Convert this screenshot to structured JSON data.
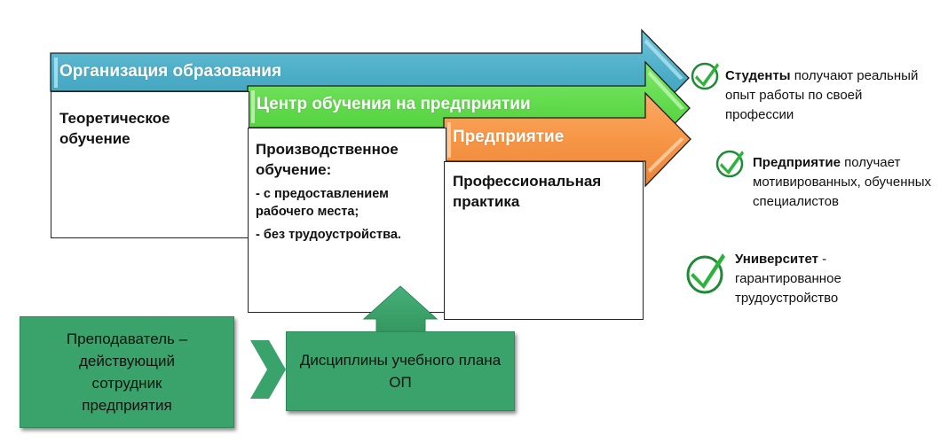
{
  "stages": [
    {
      "title": "Организация образования",
      "color": "#4aacc6",
      "content_lines": [
        "Теоретическое",
        "обучение"
      ],
      "sub_items": []
    },
    {
      "title": "Центр обучения на предприятии",
      "color": "#5fd94a",
      "content_lines": [
        "Производственное",
        "обучение:"
      ],
      "sub_items": [
        "- с предоставлением рабочего места;",
        "- без трудоустройства."
      ]
    },
    {
      "title": "Предприятие",
      "color": "#f79646",
      "content_lines": [
        "Профессиональная",
        "практика"
      ],
      "sub_items": []
    }
  ],
  "benefits": [
    {
      "icon": "checkmark-icon",
      "bold": "Студенты",
      "rest": " получают реальный опыт работы по своей профессии"
    },
    {
      "icon": "checkmark-icon",
      "bold": "Предприятие",
      "rest": " получает мотивированных, обученных специалистов"
    },
    {
      "icon": "checkmark-icon",
      "bold": "Университет",
      "rest": " - гарантированное трудоустройство"
    }
  ],
  "bottom": {
    "teacher_box": "Преподаватель – действующий сотрудник предприятия",
    "disciplines_box": "Дисциплины учебного плана ОП",
    "box_color": "#3aa36c"
  }
}
